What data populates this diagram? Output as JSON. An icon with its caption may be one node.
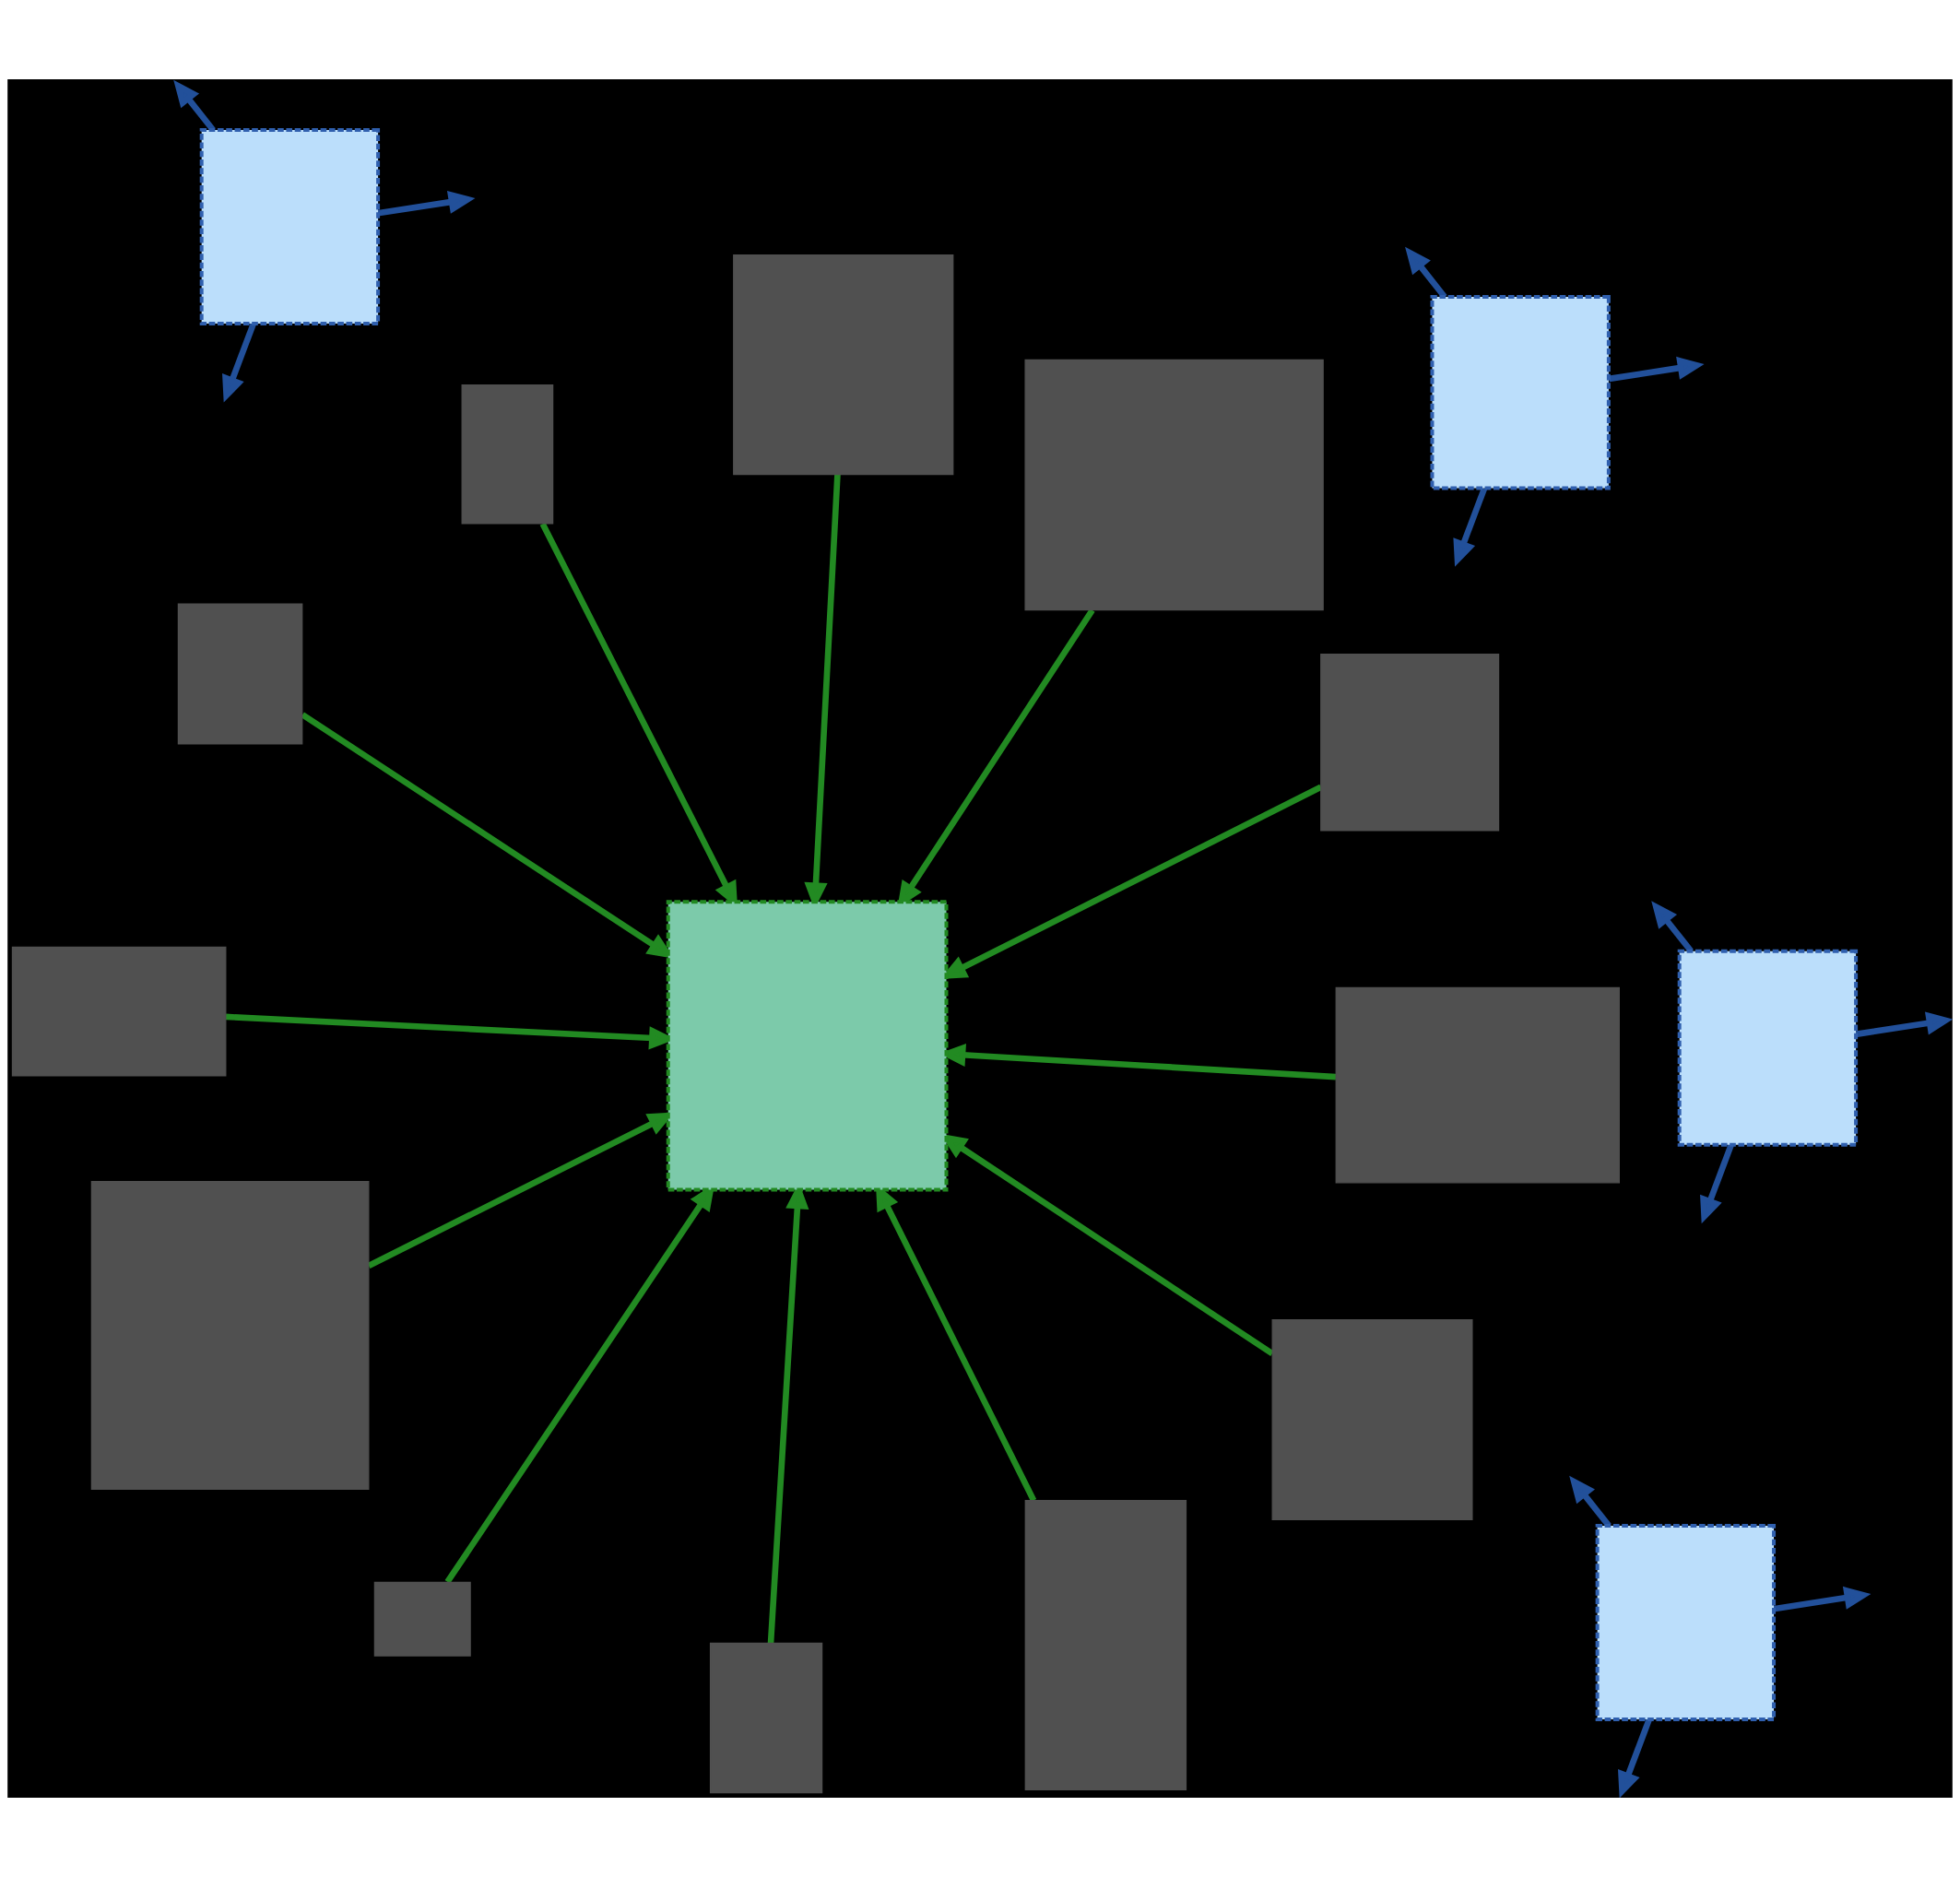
{
  "diagram": {
    "nodes": [
      {
        "text": [],
        "shape": "box"
      },
      {
        "text": [],
        "shape": "box"
      },
      {
        "text": [],
        "shape": "box"
      },
      {
        "text": [],
        "shape": "box"
      },
      {
        "text": [],
        "shape": "box"
      },
      {
        "text": [],
        "shape": "box"
      },
      {
        "text": [],
        "shape": "box"
      },
      {
        "text": [],
        "shape": "box"
      },
      {
        "text": [],
        "shape": "box"
      },
      {
        "text": [],
        "shape": "box"
      },
      {
        "text": [],
        "shape": "box"
      },
      {
        "text": [],
        "shape": "box"
      },
      {
        "text": [],
        "shape": "box"
      },
      {
        "text": [],
        "shape": "box"
      },
      {
        "text": [],
        "shape": "box"
      },
      {
        "text": [],
        "shape": "box"
      },
      {
        "text": [],
        "shape": "box"
      }
    ],
    "edges": [
      {
        "from": 0,
        "to": null,
        "arrow": "to",
        "color": "#22509a"
      },
      {
        "from": 0,
        "to": null,
        "arrow": "to",
        "color": "#22509a"
      },
      {
        "from": 0,
        "to": null,
        "arrow": "to",
        "color": "#22509a"
      },
      {
        "from": 1,
        "to": null,
        "arrow": "to",
        "color": "#22509a"
      },
      {
        "from": 1,
        "to": null,
        "arrow": "to",
        "color": "#22509a"
      },
      {
        "from": 1,
        "to": null,
        "arrow": "to",
        "color": "#22509a"
      },
      {
        "from": 2,
        "to": 9,
        "arrow": "to",
        "color": "#228a22"
      },
      {
        "from": 5,
        "to": 9,
        "arrow": "to",
        "color": "#228a22"
      },
      {
        "from": 3,
        "to": 9,
        "arrow": "to",
        "color": "#228a22"
      },
      {
        "from": 4,
        "to": 9,
        "arrow": "to",
        "color": "#228a22"
      },
      {
        "from": 7,
        "to": 9,
        "arrow": "to",
        "color": "#228a22"
      },
      {
        "from": 8,
        "to": 9,
        "arrow": "to",
        "color": "#228a22"
      },
      {
        "from": 6,
        "to": 9,
        "arrow": "to",
        "color": "#228a22"
      },
      {
        "from": 10,
        "to": 9,
        "arrow": "to",
        "color": "#228a22"
      },
      {
        "from": 11,
        "to": 9,
        "arrow": "to",
        "color": "#228a22"
      },
      {
        "from": 15,
        "to": 9,
        "arrow": "to",
        "color": "#228a22"
      },
      {
        "from": 12,
        "to": 9,
        "arrow": "to",
        "color": "#228a22"
      },
      {
        "from": 16,
        "to": 9,
        "arrow": "to",
        "color": "#228a22"
      },
      {
        "from": 13,
        "to": null,
        "arrow": "to",
        "color": "#22509a"
      },
      {
        "from": 13,
        "to": null,
        "arrow": "to",
        "color": "#22509a"
      },
      {
        "from": 13,
        "to": null,
        "arrow": "to",
        "color": "#22509a"
      },
      {
        "from": 14,
        "to": null,
        "arrow": "to",
        "color": "#22509a"
      },
      {
        "from": 14,
        "to": null,
        "arrow": "to",
        "color": "#22509a"
      },
      {
        "from": 14,
        "to": null,
        "arrow": "to",
        "color": "#22509a"
      }
    ]
  }
}
